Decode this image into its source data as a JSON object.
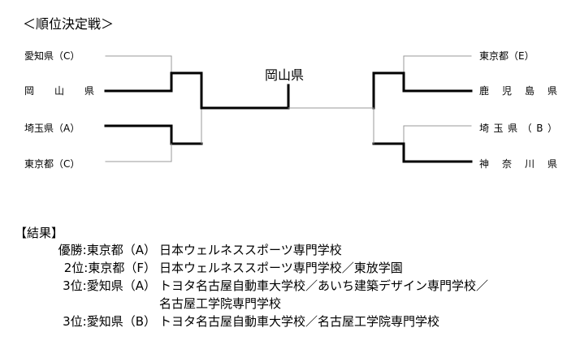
{
  "title": "＜順位決定戦＞",
  "winner": "岡山県",
  "left_teams": [
    {
      "name": "愛知県（C）",
      "spaced": false
    },
    {
      "name": "岡山県",
      "spaced": true
    },
    {
      "name": "埼玉県（A）",
      "spaced": false
    },
    {
      "name": "東京都（C）",
      "spaced": false
    }
  ],
  "right_teams": [
    {
      "name": "東京都（E）",
      "spaced": false
    },
    {
      "name": "鹿児島県",
      "spaced": true
    },
    {
      "name": "埼玉県（B）",
      "spaced": true
    },
    {
      "name": "神奈川県",
      "spaced": true
    }
  ],
  "results": {
    "heading": "【結果】",
    "rows": [
      {
        "label": "優勝:東京都（A）",
        "lines": [
          "日本ウェルネススポーツ専門学校"
        ]
      },
      {
        "label": "2位:東京都（F）",
        "lines": [
          "日本ウェルネススポーツ専門学校／東放学園"
        ]
      },
      {
        "label": "3位:愛知県（A）",
        "lines": [
          "トヨタ名古屋自動車大学校／あいち建築デザイン専門学校／",
          "名古屋工学院専門学校"
        ]
      },
      {
        "label": "3位:愛知県（B）",
        "lines": [
          "トヨタ名古屋自動車大学校／名古屋工学院専門学校"
        ]
      }
    ]
  }
}
